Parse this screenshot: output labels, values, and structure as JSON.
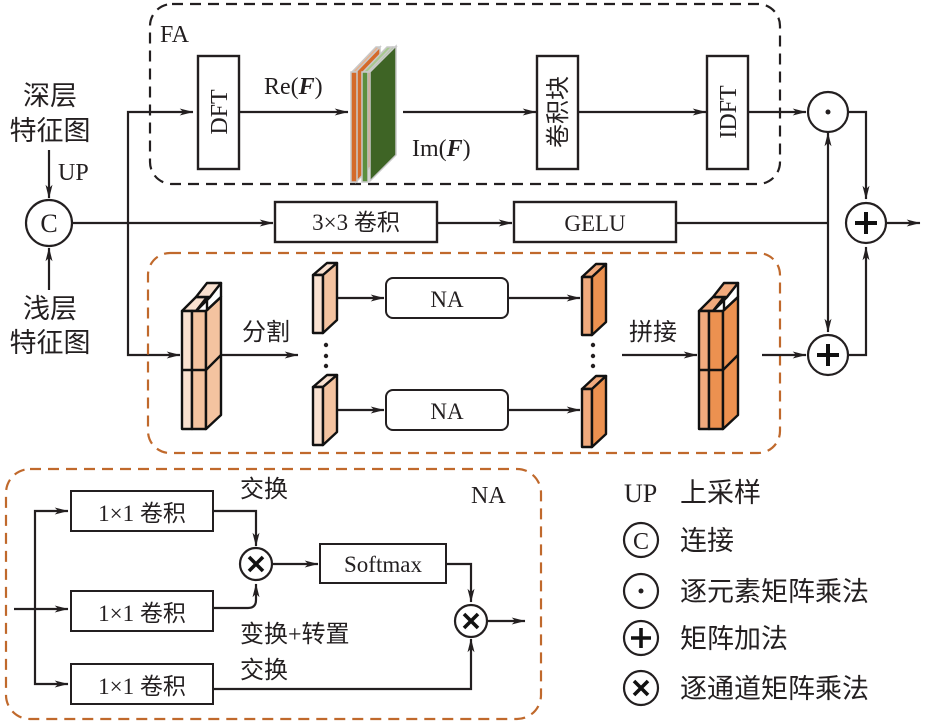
{
  "colors": {
    "ink": "#231f20",
    "fa_border": "#231f20",
    "orange_border": "#c0692c",
    "light_peach_front": "#f9e1d0",
    "light_peach_side": "#f4c3a0",
    "dark_orange_front": "#f1aa7d",
    "dark_orange_side": "#ec9150",
    "re_orange": "#d46a2a",
    "im_green_light": "#5c8f3e",
    "im_green_dark": "#3e6425"
  },
  "inputs": {
    "deep_line1": "深层",
    "deep_line2": "特征图",
    "up_label": "UP",
    "shallow_line1": "浅层",
    "shallow_line2": "特征图",
    "concat_symbol": "C"
  },
  "fa_block": {
    "label": "FA",
    "dft": "DFT",
    "re_label_prefix": "Re(",
    "re_label_var": "F",
    "re_label_suffix": ")",
    "im_label_prefix": "Im(",
    "im_label_var": "F",
    "im_label_suffix": ")",
    "conv_block": "卷积块",
    "idft": "IDFT"
  },
  "middle_branch": {
    "conv": "3×3 卷积",
    "gelu": "GELU"
  },
  "na_branch": {
    "split": "分割",
    "na_top": "NA",
    "na_bottom": "NA",
    "concat": "拼接",
    "ellipsis": "⋮"
  },
  "operators": {
    "elementwise": "·",
    "add": "+",
    "channel_mul": "×"
  },
  "na_detail": {
    "title": "NA",
    "conv1": "1×1 卷积",
    "conv2": "1×1 卷积",
    "conv3": "1×1 卷积",
    "label_transform_top": "交换",
    "label_transform_transpose": "变换+转置",
    "label_transform_bottom": "交换",
    "softmax": "Softmax"
  },
  "legend": [
    {
      "symbol": "UP",
      "symbol_type": "text",
      "text": "上采样"
    },
    {
      "symbol": "C",
      "symbol_type": "concat-circle",
      "text": "连接"
    },
    {
      "symbol": "·",
      "symbol_type": "dot-circle",
      "text": "逐元素矩阵乘法"
    },
    {
      "symbol": "+",
      "symbol_type": "plus-circle",
      "text": "矩阵加法"
    },
    {
      "symbol": "×",
      "symbol_type": "times-circle",
      "text": "逐通道矩阵乘法"
    }
  ]
}
